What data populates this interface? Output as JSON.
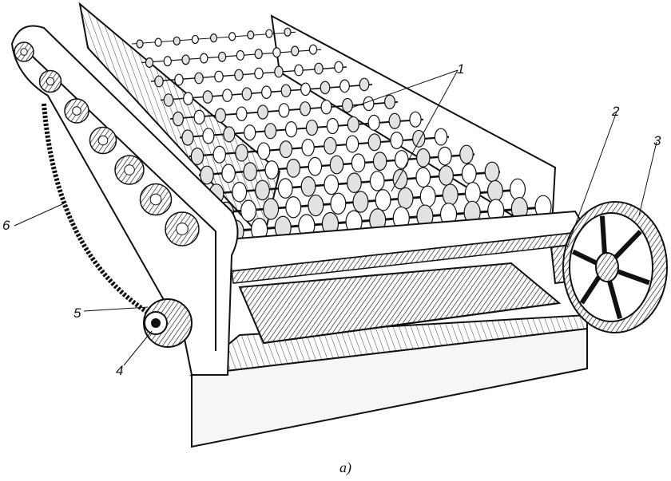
{
  "labels": {
    "l1": "1",
    "l2": "2",
    "l3": "3",
    "l4": "4",
    "l5": "5",
    "l6": "6"
  },
  "caption": "a)",
  "colors": {
    "ink": "#111111",
    "paper": "#ffffff",
    "shade": "#cfcfcf"
  }
}
